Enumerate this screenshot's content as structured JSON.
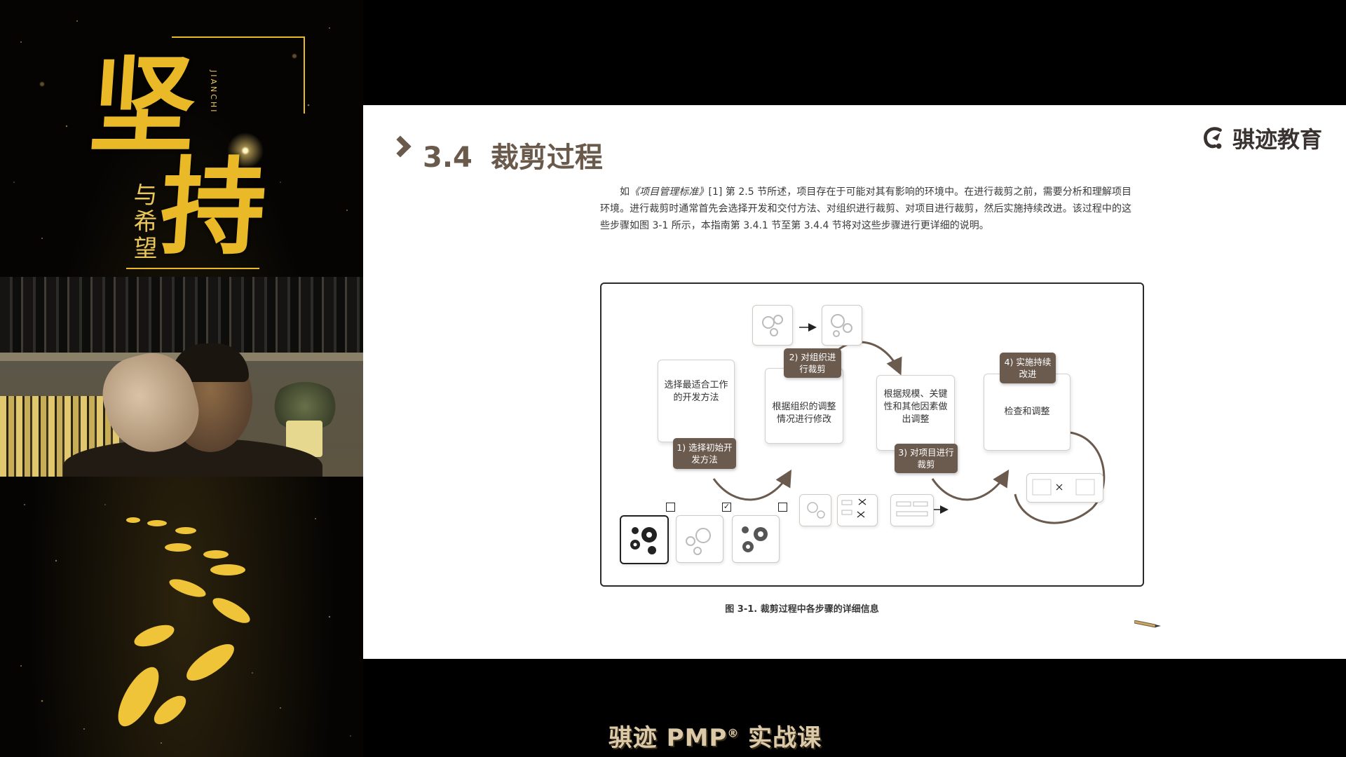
{
  "left_panel": {
    "calligraphy_main_1": "坚",
    "calligraphy_main_2": "持",
    "calligraphy_sub": "与希望",
    "calligraphy_pinyin": "JIANCHI"
  },
  "slide": {
    "section_number": "3.4",
    "section_title": "裁剪过程",
    "brand_name": "骐迹教育",
    "paragraph_prefix": "如",
    "paragraph_ref": "《项目管理标准》",
    "paragraph_body": "[1] 第 2.5 节所述，项目存在于可能对其有影响的环境中。在进行裁剪之前，需要分析和理解项目环境。进行裁剪时通常首先会选择开发和交付方法、对组织进行裁剪、对项目进行裁剪，然后实施持续改进。该过程中的这些步骤如图 3-1 所示，本指南第 3.4.1 节至第 3.4.4 节将对这些步骤进行更详细的说明。",
    "figure_caption": "图 3-1. 裁剪过程中各步骤的详细信息",
    "diagram": {
      "card_1": "选择最适合工作的开发方法",
      "step_1": "1) 选择初始开发方法",
      "card_2": "根据组织的调整情况进行修改",
      "step_2": "2) 对组织进行裁剪",
      "card_3": "根据规模、关键性和其他因素做出调整",
      "step_3": "3) 对项目进行裁剪",
      "card_4": "检查和调整",
      "step_4": "4) 实施持续改进",
      "checkbox_checked": "✓"
    }
  },
  "bottom_caption": {
    "text_before": "骐迹 PMP",
    "registered": "®",
    "text_after": " 实战课"
  },
  "colors": {
    "title_brown": "#6a5a4c",
    "step_brown": "#6b5a4e",
    "calligraphy_gold": "#e9b928",
    "caption_beige": "#dcc9a8"
  }
}
